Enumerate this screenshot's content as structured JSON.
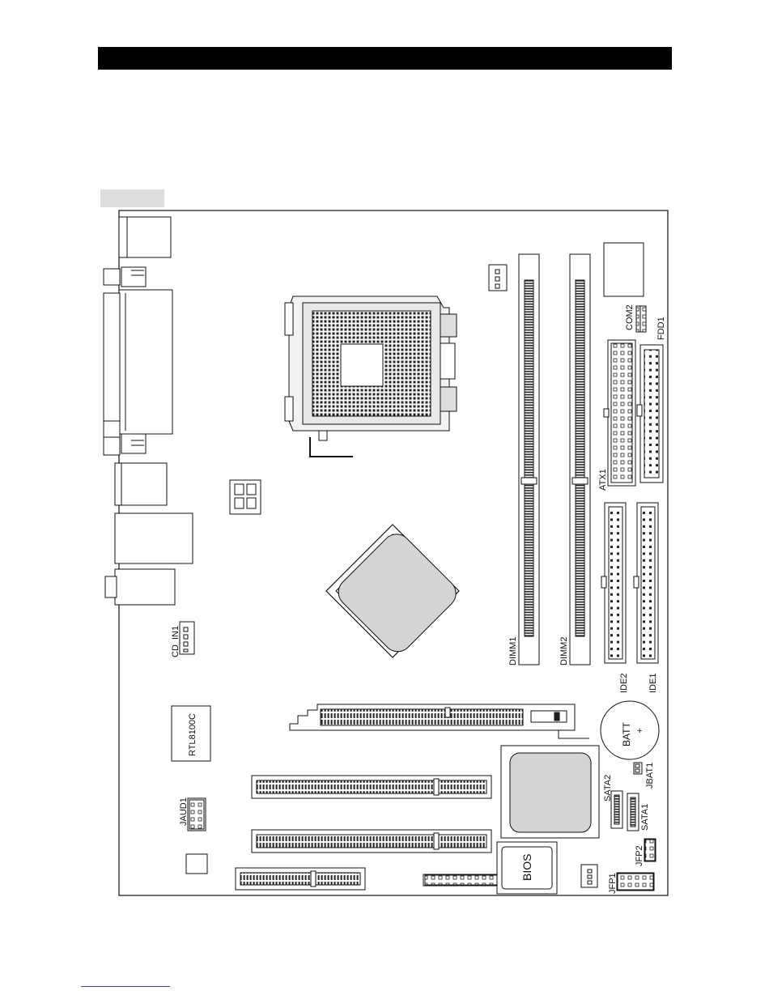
{
  "diagram": {
    "labels": {
      "com2": "COM2",
      "fdd1": "FDD1",
      "atx1": "ATX1",
      "cd_in1": "CD_IN1",
      "dimm1": "DIMM1",
      "dimm2": "DIMM2",
      "ide2": "IDE2",
      "ide1": "IDE1",
      "rtl": "RTL8100C",
      "batt": "BATT",
      "batt_plus": "+",
      "jbat1": "JBAT1",
      "sata2": "SATA2",
      "sata1": "SATA1",
      "jaud1": "JAUD1",
      "jfp2": "JFP2",
      "jfp1": "JFP1",
      "bios": "BIOS"
    },
    "colors": {
      "outline": "#111111",
      "chip_fill": "#d4d4d4",
      "header_bar": "#000000",
      "tab_fill": "#dedede"
    }
  }
}
